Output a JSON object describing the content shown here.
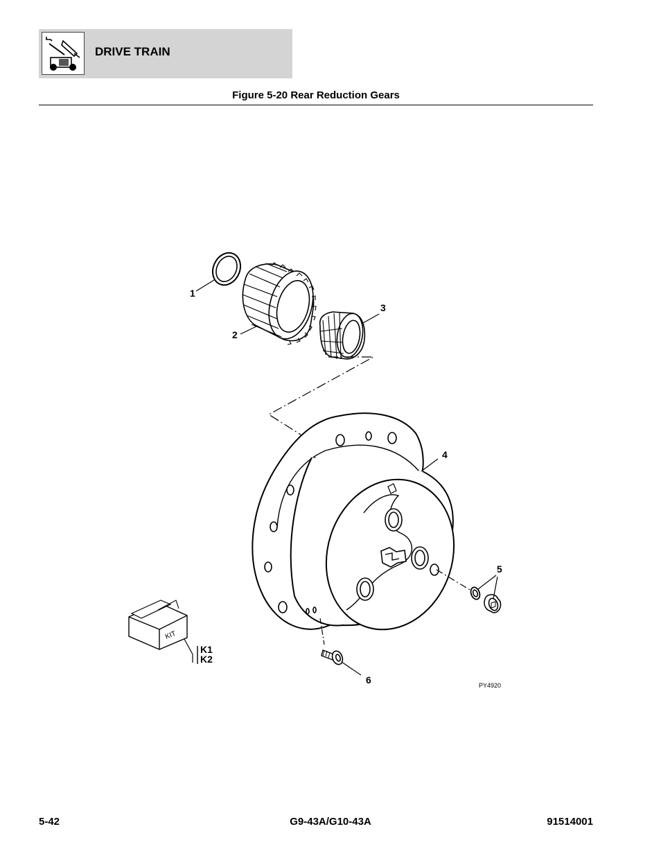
{
  "header": {
    "section_title": "DRIVE TRAIN",
    "icon": "lift-vehicle-icon"
  },
  "figure": {
    "title": "Figure 5-20 Rear Reduction Gears",
    "image_code": "PY4920",
    "callouts": {
      "c1": "1",
      "c2": "2",
      "c3": "3",
      "c4": "4",
      "c5": "5",
      "c6": "6",
      "k1": "K1",
      "k2": "K2"
    },
    "kit_label": "KIT"
  },
  "footer": {
    "page_number": "5-42",
    "model": "G9-43A/G10-43A",
    "doc_number": "91514001"
  }
}
